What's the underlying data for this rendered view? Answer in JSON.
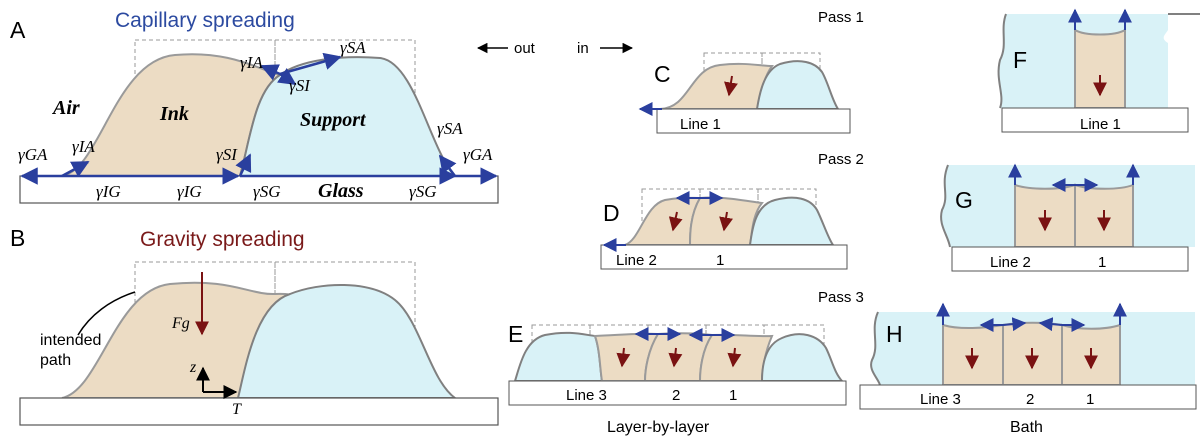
{
  "colors": {
    "ink": "#ecdcc4",
    "support": "#d9f2f7",
    "outline": "#9a9a9a",
    "arrow_blue": "#2a3f9e",
    "arrow_red": "#7a1212",
    "title_blue": "#2c4aa0",
    "title_red": "#7a1a1a"
  },
  "panels": {
    "A": {
      "label": "A",
      "title": "Capillary spreading",
      "air": "Air",
      "ink": "Ink",
      "support": "Support",
      "glass": "Glass",
      "g_ga_left": "γGA",
      "g_ia_left": "γIA",
      "g_ig_1": "γIG",
      "g_ig_2": "γIG",
      "g_si_low": "γSI",
      "g_sg_1": "γSG",
      "g_ia_top": "γIA",
      "g_si_top": "γSI",
      "g_sa_top": "γSA",
      "g_sa_right": "γSA",
      "g_ga_right": "γGA",
      "g_sg_2": "γSG"
    },
    "B": {
      "label": "B",
      "title": "Gravity spreading",
      "intended": "intended",
      "path": "path",
      "fg": "Fg",
      "z": "z",
      "t": "T"
    },
    "C": {
      "label": "C",
      "line": "Line 1"
    },
    "D": {
      "label": "D",
      "line": "Line 2",
      "n1": "1"
    },
    "E": {
      "label": "E",
      "line": "Line 3",
      "n2": "2",
      "n1": "1"
    },
    "F": {
      "label": "F",
      "line": "Line 1"
    },
    "G": {
      "label": "G",
      "line": "Line 2",
      "n1": "1"
    },
    "H": {
      "label": "H",
      "line": "Line 3",
      "n2": "2",
      "n1": "1"
    }
  },
  "header": {
    "out": "out",
    "in": "in",
    "pass1": "Pass 1",
    "pass2": "Pass 2",
    "pass3": "Pass 3"
  },
  "footer": {
    "layer_by_layer": "Layer-by-layer",
    "bath": "Bath"
  }
}
